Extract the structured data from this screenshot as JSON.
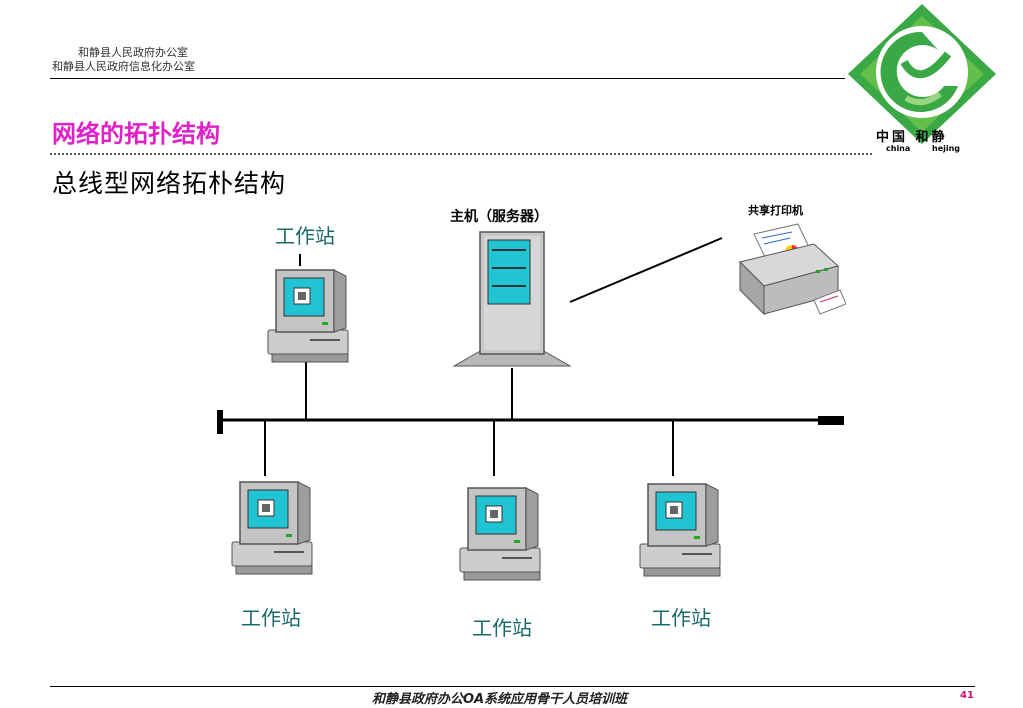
{
  "header": {
    "org_line1": "和静县人民政府办公室",
    "org_line2": "和静县人民政府信息化办公室"
  },
  "logo": {
    "text_cn": "中国 和静",
    "text_en_china": "china",
    "text_en_hejing": "hejing"
  },
  "slide": {
    "title": "网络的拓扑结构",
    "subtitle": "总线型网络拓朴结构"
  },
  "diagram": {
    "server_label": "主机（服务器）",
    "printer_label": "共享打印机",
    "workstation_top_label": "工作站",
    "workstation_labels": [
      "工作站",
      "工作站",
      "工作站"
    ]
  },
  "footer": {
    "text": "和静县政府办公OA系统应用骨干人员培训班",
    "page_number": "41"
  },
  "colors": {
    "title": "#e020c8",
    "workstation_label": "#1a6a6a",
    "page_number": "#d01070",
    "logo_green": "#3aa845",
    "screen_cyan": "#22c4d4"
  }
}
